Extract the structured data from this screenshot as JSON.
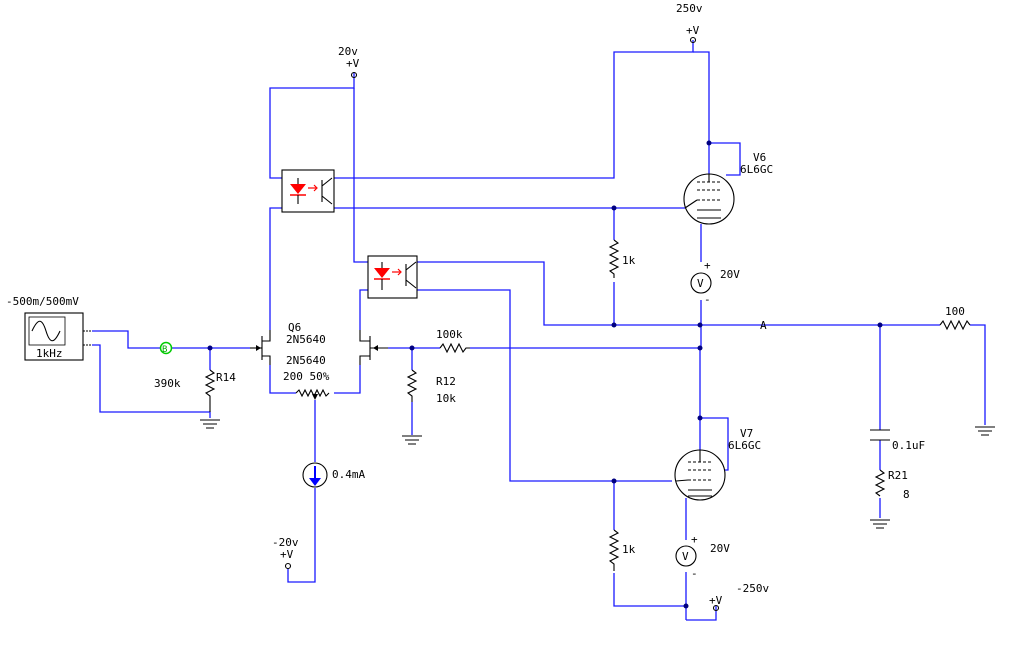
{
  "labels": {
    "vcc_250": "250v",
    "vcc_250_sym": "+V",
    "vcc_20": "20v",
    "vcc_20_sym": "+V",
    "vee_m20": "-20v",
    "vee_m20_sym": "+V",
    "vee_m250": "-250v",
    "vee_m250_sym": "+V",
    "source_amp": "-500m/500mV",
    "source_freq": "1kHz",
    "probe_b": "B",
    "r14_value": "390k",
    "r14_name": "R14",
    "q6_name": "Q6",
    "q6_part1": "2N5640",
    "q6_part2": "2N5640",
    "pot_value": "200 50%",
    "current_source": "0.4mA",
    "r12_value_top": "100k",
    "r12_name": "R12",
    "r12_value": "10k",
    "r_upper": "1k",
    "r_lower": "1k",
    "v6_name": "V6",
    "v6_part": "6L6GC",
    "v7_name": "V7",
    "v7_part": "6L6GC",
    "vm_top_plus": "+",
    "vm_top_minus": "-",
    "vm_top_value": "20V",
    "vm_bot_plus": "+",
    "vm_bot_minus": "-",
    "vm_bot_value": "20V",
    "vm_symbol": "V",
    "node_a": "A",
    "r_load_top": "100",
    "cap_value": "0.1uF",
    "r21_name": "R21",
    "r21_value": "8"
  },
  "colors": {
    "wire": "#1a1aff",
    "led": "#ff0000",
    "probe": "#00cc00",
    "current_arrow": "#0000ff"
  }
}
